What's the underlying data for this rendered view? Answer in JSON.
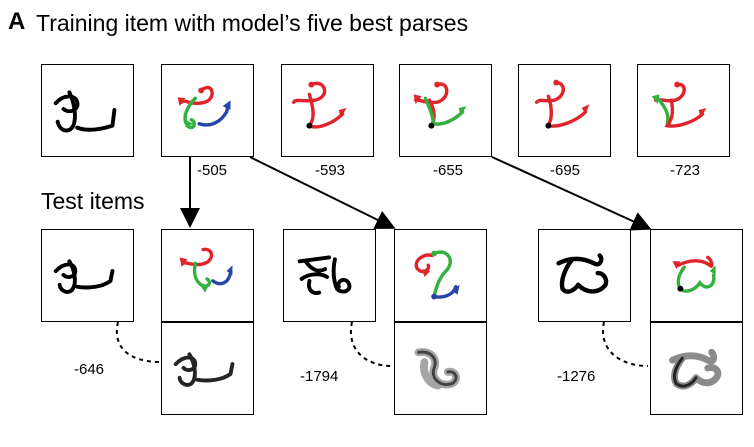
{
  "panel_letter": "A",
  "title": "Training item with model’s five best parses",
  "test_section_label": "Test items",
  "training_scores": [
    "-505",
    "-593",
    "-655",
    "-695",
    "-723"
  ],
  "test_scores": [
    "-646",
    "-1794",
    "-1276"
  ],
  "stroke_colors": {
    "ink": "#000000",
    "red": "#e0242a",
    "green": "#33b040",
    "blue": "#2746a8"
  }
}
